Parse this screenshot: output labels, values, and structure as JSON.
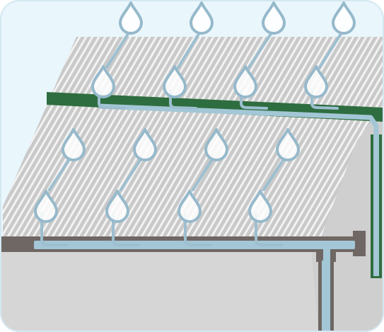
{
  "illustration": {
    "subject": "rainwater-harvesting-roof-gutters",
    "colors": {
      "background": "#e9f6fc",
      "frame_border": "#d4e8f1",
      "roof": "#c9c9c9",
      "roof_stripe": "#f2f2f2",
      "wall": "#d6d6d6",
      "wall_shadow": "#cfcfcf",
      "upper_gutter": "#2e6d3f",
      "lower_gutter": "#6f6764",
      "pipe": "#a3c7d6",
      "pipe_outline": "#9fb9c6",
      "drop_fill": "#ffffff",
      "drop_stroke": "#96b9cb",
      "streak": "#9dbfd0"
    },
    "icons": {
      "raindrop": "raindrop-icon",
      "downpipe": "downpipe-icon",
      "gutter": "gutter-icon"
    },
    "raindrop_count": 16,
    "downpipe_count": 2,
    "gutter_count": 2
  }
}
